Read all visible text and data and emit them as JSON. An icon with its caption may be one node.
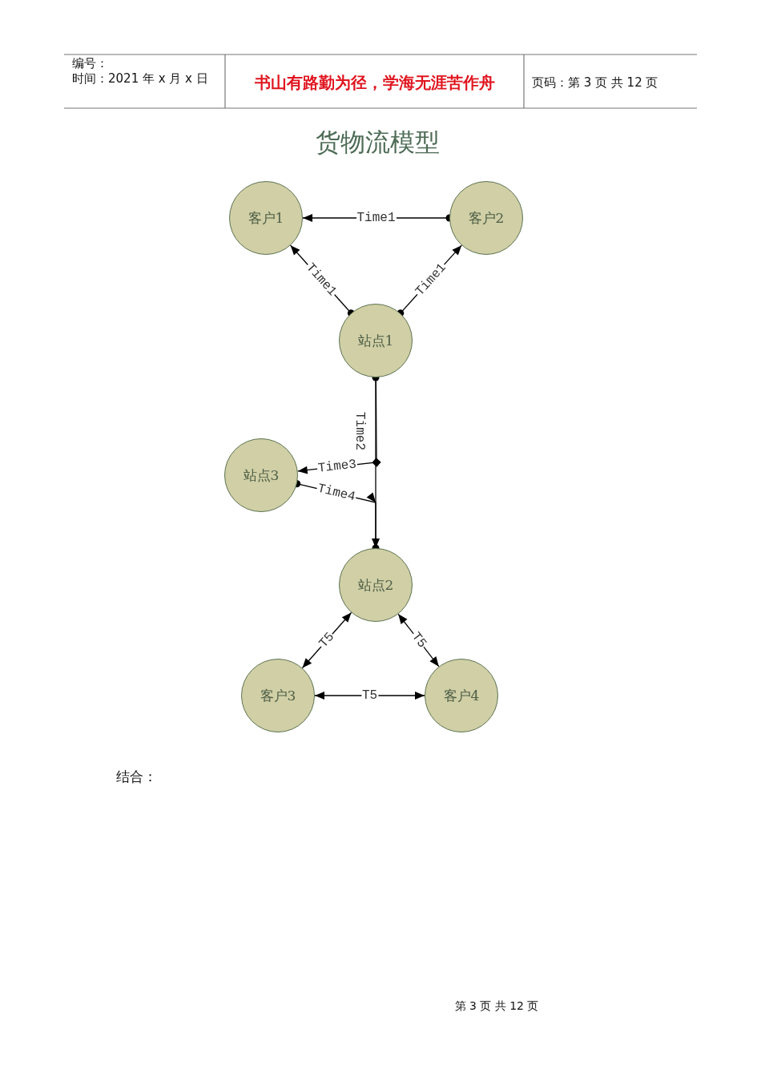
{
  "diagram": {
    "title": "货物流模型",
    "nodes": [
      {
        "text": [
          "客户1"
        ]
      },
      {
        "text": [
          "客户2"
        ]
      },
      {
        "text": [
          "站点1"
        ]
      },
      {
        "text": [
          "站点3"
        ]
      },
      {
        "text": [
          "站点2"
        ]
      },
      {
        "text": [
          "客户3"
        ]
      },
      {
        "text": [
          "客户4"
        ]
      }
    ],
    "edges": [
      {
        "from": 1,
        "to": 0,
        "arrow": "to",
        "label": "Time1"
      },
      {
        "from": 2,
        "to": 0,
        "arrow": "to",
        "label": "Time1"
      },
      {
        "from": 2,
        "to": 1,
        "arrow": "to",
        "label": "Time1"
      },
      {
        "from": 2,
        "to": 4,
        "arrow": "other",
        "label": "Time2"
      },
      {
        "from": 2,
        "to": 3,
        "arrow": "to",
        "label": "Time3"
      },
      {
        "from": 3,
        "to": 4,
        "arrow": "to",
        "label": "Time4"
      },
      {
        "from": 4,
        "to": 5,
        "arrow": "both",
        "label": "T5"
      },
      {
        "from": 4,
        "to": 6,
        "arrow": "both",
        "label": "T5"
      },
      {
        "from": 5,
        "to": 6,
        "arrow": "both",
        "label": "T5"
      }
    ],
    "labels": [
      "编号：",
      "时间：2021 年 x 月 x 日",
      "书山有路勤为径，学海无涯苦作舟",
      "页码：第 3 页 共 12 页",
      "结合：",
      "第 3 页 共 12 页"
    ]
  }
}
